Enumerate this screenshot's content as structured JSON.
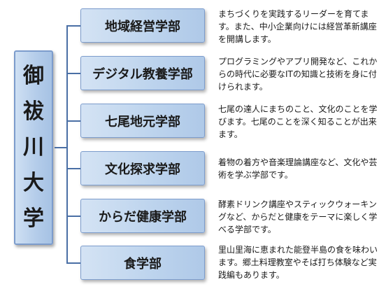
{
  "university": {
    "name_chars": [
      "御",
      "祓",
      "川",
      "大",
      "学"
    ]
  },
  "departments": [
    {
      "name": "地域経営学部",
      "description": "まちづくりを実践するリーダーを育てます。また、中小企業向けには経営革新講座を開講します。"
    },
    {
      "name": "デジタル教養学部",
      "description": "プログラミングやアプリ開発など、これからの時代に必要なITの知識と技術を身に付けられます。"
    },
    {
      "name": "七尾地元学部",
      "description": "七尾の達人にまちのこと、文化のことを学びます。七尾のことを深く知ることが出来ます。"
    },
    {
      "name": "文化探求学部",
      "description": "着物の着方や音楽理論講座など、文化や芸術を学ぶ学部です。"
    },
    {
      "name": "からだ健康学部",
      "description": "酵素ドリンク講座やスティックウォーキングなど、からだと健康をテーマに楽しく学べる学部です。"
    },
    {
      "name": "食学部",
      "description": "里山里海に恵まれた能登半島の食を味わいます。郷土料理教室やそば打ち体験など実践編もあります。"
    }
  ],
  "colors": {
    "box_fill": "#bcd3ed",
    "box_border": "#7c9ccc",
    "connector": "#4a6fa5"
  }
}
